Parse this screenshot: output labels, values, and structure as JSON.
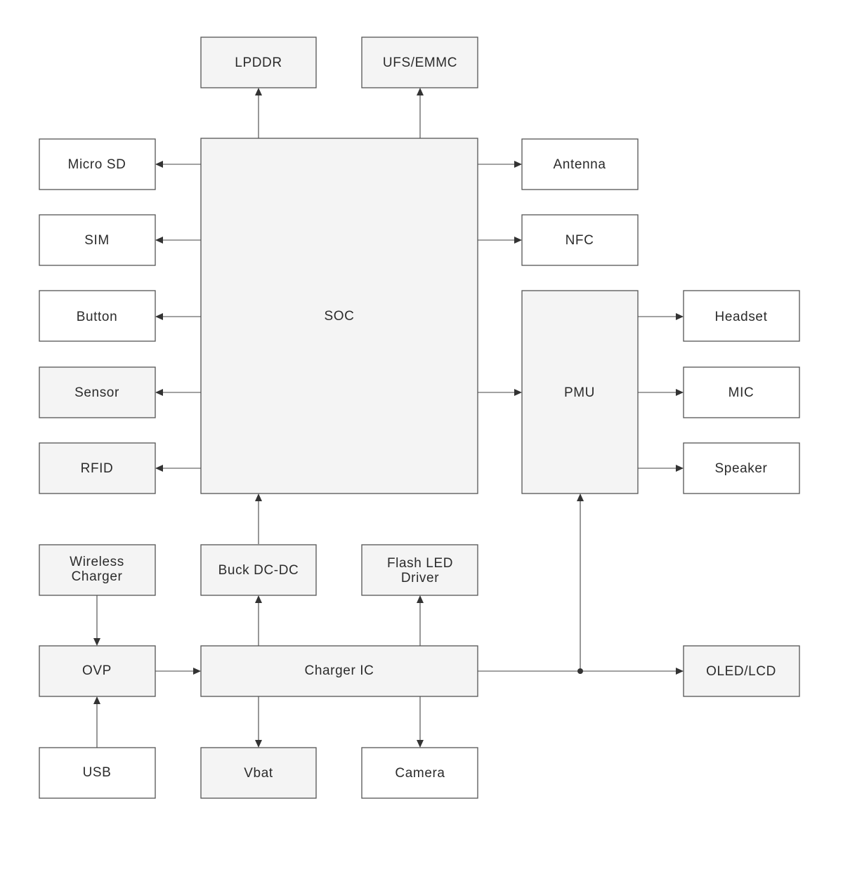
{
  "colors": {
    "fill_gray": "#f4f4f4",
    "fill_white": "#ffffff",
    "stroke": "#555555",
    "text": "#2b2b2b",
    "wire": "#444444"
  },
  "blocks": {
    "lpddr": {
      "lines": [
        "LPDDR"
      ],
      "fill": "gray"
    },
    "ufs": {
      "lines": [
        "UFS/EMMC"
      ],
      "fill": "gray"
    },
    "microsd": {
      "lines": [
        "Micro SD"
      ],
      "fill": "white"
    },
    "sim": {
      "lines": [
        "SIM"
      ],
      "fill": "white"
    },
    "button": {
      "lines": [
        "Button"
      ],
      "fill": "white"
    },
    "sensor": {
      "lines": [
        "Sensor"
      ],
      "fill": "gray"
    },
    "rfid": {
      "lines": [
        "RFID"
      ],
      "fill": "gray"
    },
    "soc": {
      "lines": [
        "SOC"
      ],
      "fill": "gray"
    },
    "antenna": {
      "lines": [
        "Antenna"
      ],
      "fill": "white"
    },
    "nfc": {
      "lines": [
        "NFC"
      ],
      "fill": "white"
    },
    "pmu": {
      "lines": [
        "PMU"
      ],
      "fill": "gray"
    },
    "headset": {
      "lines": [
        "Headset"
      ],
      "fill": "white"
    },
    "mic": {
      "lines": [
        "MIC"
      ],
      "fill": "white"
    },
    "speaker": {
      "lines": [
        "Speaker"
      ],
      "fill": "white"
    },
    "wireless": {
      "lines": [
        "Wireless",
        "Charger"
      ],
      "fill": "gray"
    },
    "buck": {
      "lines": [
        "Buck DC-DC"
      ],
      "fill": "gray"
    },
    "flash": {
      "lines": [
        "Flash LED",
        "Driver"
      ],
      "fill": "gray"
    },
    "ovp": {
      "lines": [
        "OVP"
      ],
      "fill": "gray"
    },
    "charger": {
      "lines": [
        "Charger IC"
      ],
      "fill": "gray"
    },
    "oled": {
      "lines": [
        "OLED/LCD"
      ],
      "fill": "gray"
    },
    "usb": {
      "lines": [
        "USB"
      ],
      "fill": "white"
    },
    "vbat": {
      "lines": [
        "Vbat"
      ],
      "fill": "gray"
    },
    "camera": {
      "lines": [
        "Camera"
      ],
      "fill": "white"
    }
  },
  "connections": [
    {
      "from": "soc",
      "to": "lpddr"
    },
    {
      "from": "soc",
      "to": "ufs"
    },
    {
      "from": "soc",
      "to": "microsd"
    },
    {
      "from": "soc",
      "to": "sim"
    },
    {
      "from": "soc",
      "to": "button"
    },
    {
      "from": "soc",
      "to": "sensor"
    },
    {
      "from": "soc",
      "to": "rfid"
    },
    {
      "from": "soc",
      "to": "antenna"
    },
    {
      "from": "soc",
      "to": "nfc"
    },
    {
      "from": "soc",
      "to": "pmu"
    },
    {
      "from": "pmu",
      "to": "headset"
    },
    {
      "from": "pmu",
      "to": "mic"
    },
    {
      "from": "pmu",
      "to": "speaker"
    },
    {
      "from": "buck",
      "to": "soc"
    },
    {
      "from": "charger",
      "to": "buck"
    },
    {
      "from": "charger",
      "to": "flash"
    },
    {
      "from": "charger",
      "to": "vbat"
    },
    {
      "from": "charger",
      "to": "camera"
    },
    {
      "from": "charger",
      "to": "oled"
    },
    {
      "from": "charger",
      "to": "pmu"
    },
    {
      "from": "wireless",
      "to": "ovp"
    },
    {
      "from": "usb",
      "to": "ovp"
    },
    {
      "from": "ovp",
      "to": "charger"
    }
  ]
}
